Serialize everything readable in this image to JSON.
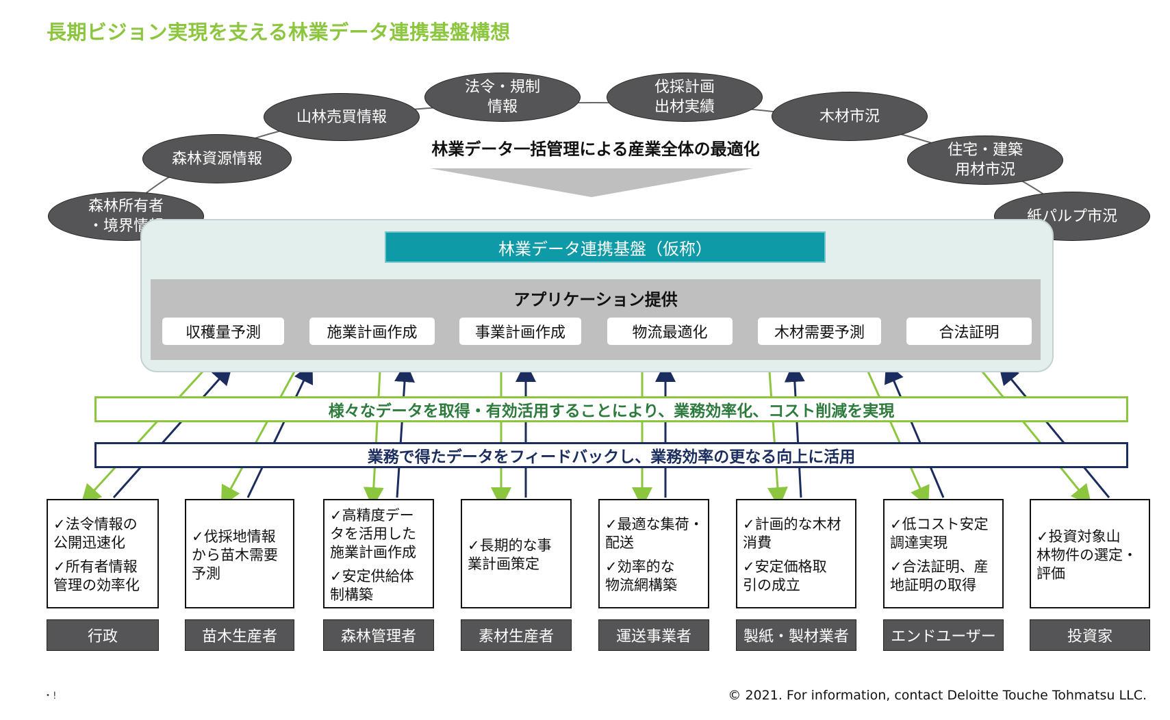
{
  "page_title": "長期ビジョン実現を支える林業データ連携基盤構想",
  "data_sources": [
    "森林所有者\n・境界情報",
    "森林資源情報",
    "山林売買情報",
    "法令・規制\n情報",
    "伐採計画\n出材実績",
    "木材市況",
    "住宅・建築\n用材市況",
    "紙パルプ市況"
  ],
  "overall_goal": "林業データ一括管理による産業全体の最適化",
  "platform": {
    "title": "林業データ連携基盤（仮称）",
    "apps_title": "アプリケーション提供",
    "apps": [
      "収穫量予測",
      "施業計画作成",
      "事業計画作成",
      "物流最適化",
      "木材需要予測",
      "合法証明"
    ]
  },
  "banners": {
    "green": "様々なデータを取得・有効活用することにより、業務効率化、コスト削減を実現",
    "navy": "業務で得たデータをフィードバックし、業務効率の更なる向上に活用"
  },
  "stakeholders": [
    {
      "name": "行政",
      "benefits": [
        "✓法令情報の\n公開迅速化",
        "✓所有者情報\n管理の効率化"
      ]
    },
    {
      "name": "苗木生産者",
      "benefits": [
        "✓伐採地情報\nから苗木需要\n予測"
      ]
    },
    {
      "name": "森林管理者",
      "benefits": [
        "✓高精度デー\nタを活用した\n施業計画作成",
        "✓安定供給体\n制構築"
      ]
    },
    {
      "name": "素材生産者",
      "benefits": [
        "✓長期的な事\n業計画策定"
      ]
    },
    {
      "name": "運送事業者",
      "benefits": [
        "✓最適な集荷・\n配送",
        "✓効率的な\n物流網構築"
      ]
    },
    {
      "name": "製紙・製材業者",
      "benefits": [
        "✓計画的な木材\n消費",
        "✓安定価格取\n引の成立"
      ]
    },
    {
      "name": "エンドユーザー",
      "benefits": [
        "✓低コスト安定\n調達実現",
        "✓合法証明、産\n地証明の取得"
      ]
    },
    {
      "name": "投資家",
      "benefits": [
        "✓投資対象山\n林物件の選定・\n評価"
      ]
    }
  ],
  "footer_left": "・!",
  "footer": "© 2021. For information, contact Deloitte Touche Tohmatsu LLC.",
  "colors": {
    "title_green": "#8cc63f",
    "teal": "#0e9aa7",
    "navy": "#1b2c5e",
    "dark_grey": "#555557"
  }
}
